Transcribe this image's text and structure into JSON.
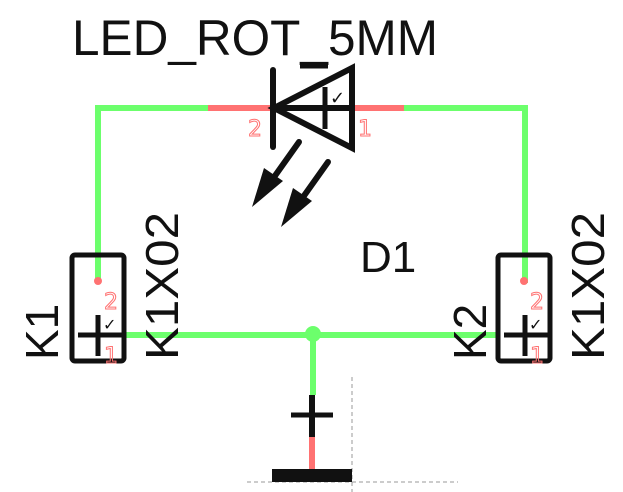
{
  "schematic": {
    "colors": {
      "wire": "#6cff6c",
      "pin": "#ff7272",
      "symbol": "#111111",
      "guide": "#999999",
      "background": "#ffffff"
    },
    "led": {
      "value": "LED_ROT_5MM",
      "designator": "D1",
      "pin_left": "2",
      "pin_right": "1",
      "check_mark": "✓"
    },
    "connector_k1": {
      "designator": "K1",
      "value": "K1X02",
      "pin_top": "2",
      "pin_bottom": "1",
      "check_mark": "✓"
    },
    "connector_k2": {
      "designator": "K2",
      "value": "K1X02",
      "pin_top": "2",
      "pin_bottom": "1",
      "check_mark": "✓"
    },
    "ground": {
      "symbol": "ground-bar"
    }
  }
}
